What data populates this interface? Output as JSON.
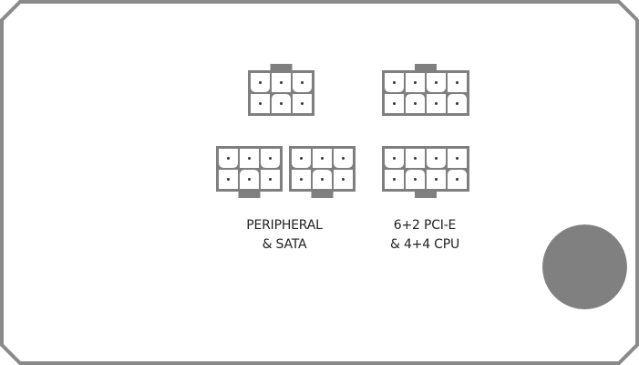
{
  "panel": {
    "border_color": "#8a8a8a",
    "connector_color": "#7f7f7f",
    "fan_color": "#808080"
  },
  "connectors": [
    {
      "name": "connector-6pin-top-left",
      "pins": 6
    },
    {
      "name": "connector-8pin-top-right",
      "pins": 8
    },
    {
      "name": "connector-6pin-peripheral-left",
      "pins": 6
    },
    {
      "name": "connector-6pin-peripheral-right",
      "pins": 6
    },
    {
      "name": "connector-8pin-bottom-right",
      "pins": 8
    }
  ],
  "labels": {
    "peripheral_line1": "PERIPHERAL",
    "peripheral_line2": "& SATA",
    "pcie_line1": "6+2 PCI-E",
    "pcie_line2": "& 4+4 CPU"
  }
}
